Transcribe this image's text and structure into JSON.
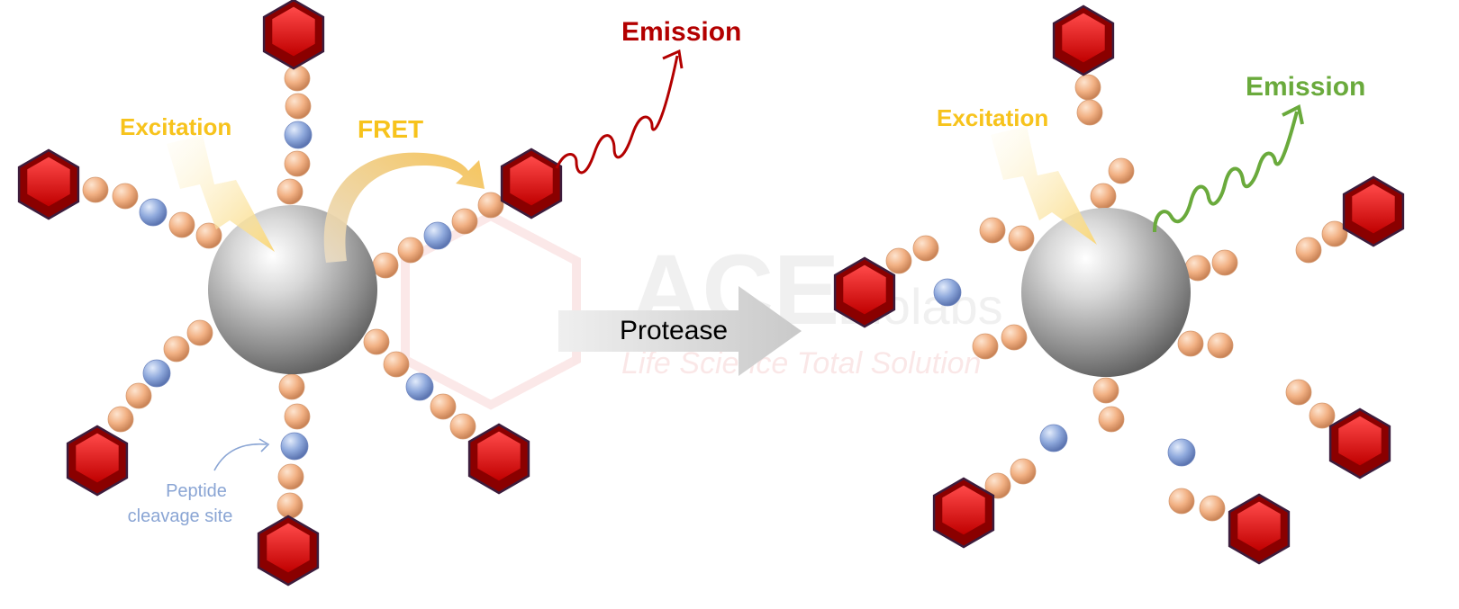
{
  "labels": {
    "excitation_left": "Excitation",
    "fret": "FRET",
    "emission_left": "Emission",
    "peptide_cleavage": [
      "Peptide",
      "cleavage site"
    ],
    "protease": "Protease",
    "excitation_right": "Excitation",
    "emission_right": "Emission"
  },
  "watermark": {
    "brand": "ACE",
    "brand_suffix": "Biolabs",
    "tagline": "Life Science Total Solution"
  },
  "colors": {
    "fluorophore": "#d10000",
    "fluorophore_dark": "#6b0000",
    "amino_acid": "#f2b184",
    "cleavage_site": "#8fa9dc",
    "excitation": "#f7c31c",
    "emission_quenched": "#b30000",
    "emission_active": "#6aaa3c",
    "peptide_label": "#8aa5d4",
    "arrow": "#d6d6d6"
  }
}
